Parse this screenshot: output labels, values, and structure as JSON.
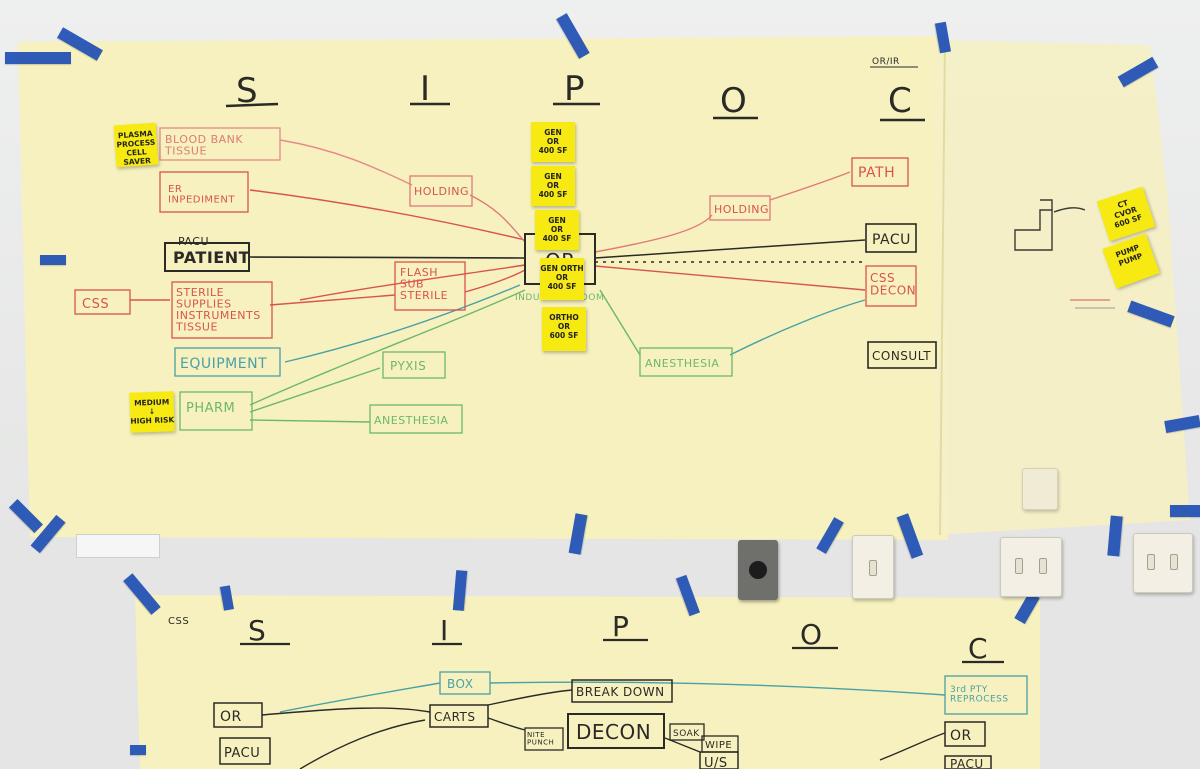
{
  "top_chart": {
    "corner_label": "OR/IR",
    "headers": [
      "S",
      "I",
      "P",
      "O",
      "C"
    ],
    "boxes": {
      "blood_bank": "BLOOD BANK\nTISSUE",
      "er": "ER\nINPEDIMENT",
      "pacu_patient_small": "PACU",
      "patient": "PATIENT",
      "css": "CSS",
      "sterile": "STERILE\nSUPPLIES\nINSTRUMENTS\nTISSUE",
      "equipment": "EQUIPMENT",
      "pharm": "PHARM",
      "holding_left": "HOLDING",
      "flash": "FLASH\nSUB\nSTERILE",
      "pyxis": "PYXIS",
      "anesthesia_left": "ANESTHESIA",
      "or_center": "OR",
      "induction": "INDUCTION ROOM",
      "holding_right": "HOLDING",
      "anesthesia_right": "ANESTHESIA",
      "path": "PATH",
      "pacu_right": "PACU",
      "css_decon": "CSS\nDECON",
      "consult": "CONSULT"
    }
  },
  "sticky_notes": [
    {
      "text": "PLASMA\nPROCESS\nCELL SAVER"
    },
    {
      "text": "GEN\nOR\n400 SF"
    },
    {
      "text": "GEN\nOR\n400 SF"
    },
    {
      "text": "GEN\nOR\n400 SF"
    },
    {
      "text": "GEN ORTH\nOR\n400 SF"
    },
    {
      "text": "ORTHO\nOR\n600 SF"
    },
    {
      "text": "MEDIUM\n↓\nHIGH RISK"
    },
    {
      "text": "CT\nCVOR\n600 SF"
    },
    {
      "text": "PUMP\nPUMP"
    }
  ],
  "bottom_chart": {
    "corner_label": "CSS",
    "headers": [
      "S",
      "I",
      "P",
      "O",
      "C"
    ],
    "boxes": {
      "or": "OR",
      "pacu": "PACU",
      "box": "BOX",
      "carts": "CARTS",
      "break_down": "BREAK DOWN",
      "decon": "DECON",
      "nite_punch": "NITE\nPUNCH",
      "soak": "SOAK",
      "wipe": "WIPE",
      "us": "U/S",
      "third_party": "3rd PTY\nREPROCESS",
      "or_right": "OR",
      "pacu_right": "PACU"
    }
  },
  "colors": {
    "paper": "#f6f1bf",
    "tape": "#1f4fb5",
    "sticky": "#f7ea12",
    "marker_black": "#2a2a26",
    "marker_red": "#d9534f",
    "marker_green": "#6db86a",
    "marker_teal": "#4aa0a6"
  }
}
